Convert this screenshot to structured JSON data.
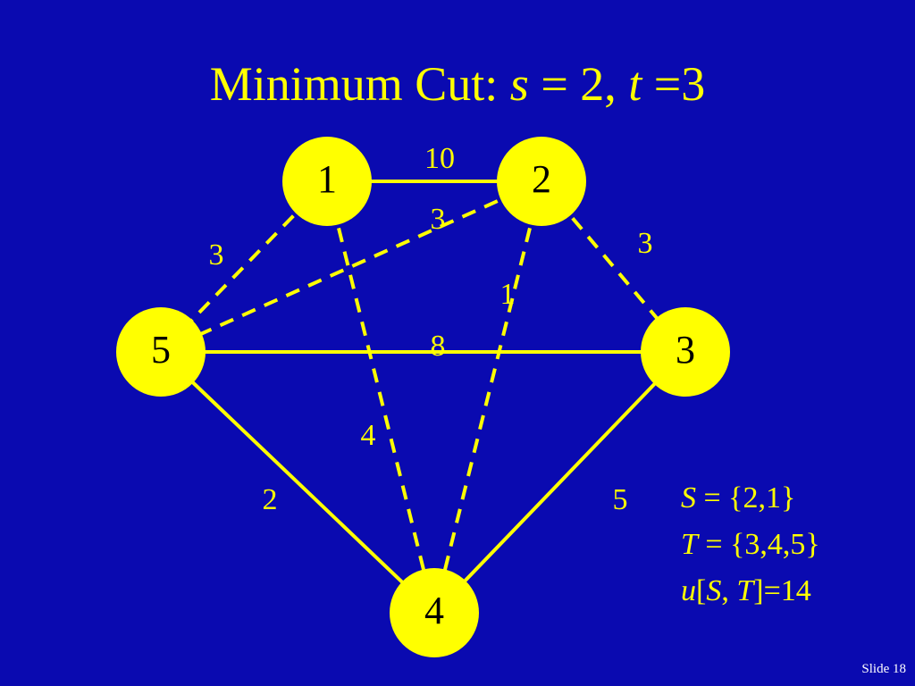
{
  "title": {
    "prefix": "Minimum Cut: ",
    "s_var": "s",
    "s_eq": " = 2, ",
    "t_var": "t",
    "t_eq": " =3"
  },
  "graph": {
    "nodes": [
      {
        "id": "1",
        "label": "1"
      },
      {
        "id": "2",
        "label": "2"
      },
      {
        "id": "3",
        "label": "3"
      },
      {
        "id": "4",
        "label": "4"
      },
      {
        "id": "5",
        "label": "5"
      }
    ],
    "edges": [
      {
        "from": "1",
        "to": "2",
        "capacity": "10",
        "style": "solid"
      },
      {
        "from": "1",
        "to": "5",
        "capacity": "3",
        "style": "dashed"
      },
      {
        "from": "2",
        "to": "5",
        "capacity": "3",
        "style": "dashed"
      },
      {
        "from": "2",
        "to": "3",
        "capacity": "3",
        "style": "dashed"
      },
      {
        "from": "2",
        "to": "4",
        "capacity": "1",
        "style": "dashed"
      },
      {
        "from": "5",
        "to": "3",
        "capacity": "8",
        "style": "solid"
      },
      {
        "from": "1",
        "to": "4",
        "capacity": "4",
        "style": "dashed"
      },
      {
        "from": "5",
        "to": "4",
        "capacity": "2",
        "style": "solid"
      },
      {
        "from": "3",
        "to": "4",
        "capacity": "5",
        "style": "solid"
      }
    ]
  },
  "cut": {
    "S_var": "S",
    "S_eq": " = {2,1}",
    "T_var": "T",
    "T_eq": " = {3,4,5}",
    "u_var": "u",
    "u_open": "[",
    "u_S": "S",
    "u_comma": ", ",
    "u_T": "T",
    "u_close": "]=14"
  },
  "footer": {
    "slide": "Slide 18"
  },
  "colors": {
    "background": "#0a0ab0",
    "accent": "#ffff00",
    "node_text": "#000000"
  }
}
